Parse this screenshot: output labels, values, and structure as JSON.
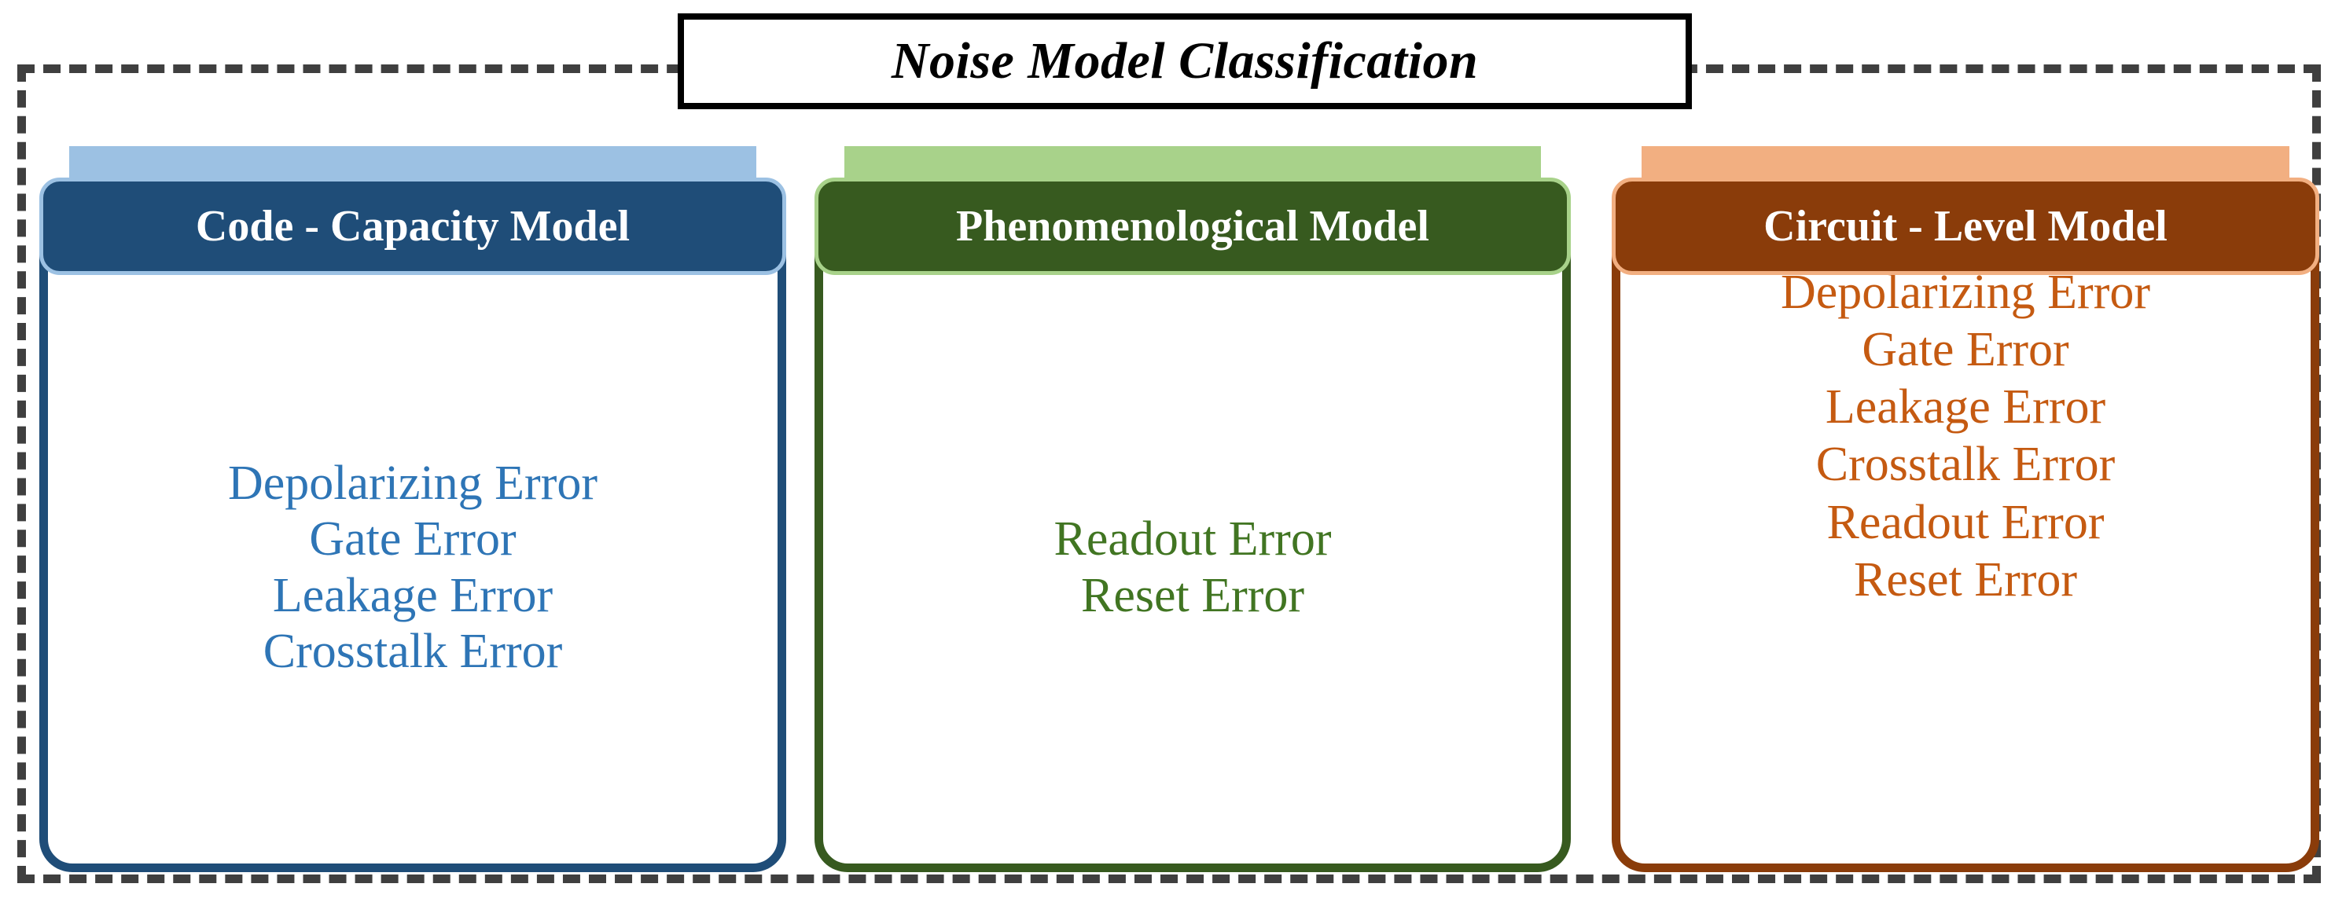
{
  "diagram": {
    "title": "Noise Model Classification",
    "frame_style": "dashed",
    "colors": {
      "frame": "#3f3f3f",
      "title_border": "#000000",
      "title_text": "#000000",
      "background": "#ffffff"
    },
    "columns": [
      {
        "id": "code-capacity",
        "header": "Code - Capacity Model",
        "header_bg": "#1F4D78",
        "header_text": "#ffffff",
        "backing_color": "#9CC1E3",
        "border_color": "#1F4D78",
        "item_color": "#2E75B6",
        "items": [
          "Depolarizing Error",
          "Gate Error",
          "Leakage Error",
          "Crosstalk Error"
        ]
      },
      {
        "id": "phenomenological",
        "header": "Phenomenological Model",
        "header_bg": "#375A1F",
        "header_text": "#ffffff",
        "backing_color": "#A8D28A",
        "border_color": "#375A1F",
        "item_color": "#417522",
        "items": [
          "Readout Error",
          "Reset Error"
        ]
      },
      {
        "id": "circuit-level",
        "header": "Circuit - Level Model",
        "header_bg": "#8A3C0A",
        "header_text": "#ffffff",
        "backing_color": "#F2AF81",
        "border_color": "#8A3C0A",
        "item_color": "#C55A11",
        "items": [
          "Depolarizing Error",
          "Gate Error",
          "Leakage Error",
          "Crosstalk Error",
          "Readout Error",
          "Reset Error"
        ]
      }
    ]
  }
}
